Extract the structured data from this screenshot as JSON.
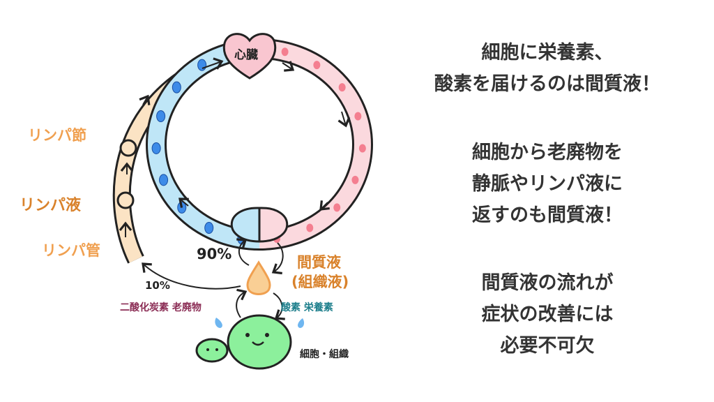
{
  "diagram": {
    "heart_label": "心臓",
    "lymph_node": "リンパ節",
    "lymph_fluid": "リンパ液",
    "lymph_vessel": "リンパ管",
    "pct_90": "90%",
    "pct_10": "10%",
    "interstitial_1": "間質液",
    "interstitial_2": "(組織液)",
    "waste": "二酸化炭素 老廃物",
    "nutrients": "酸素 栄養素",
    "cells": "細胞・組織",
    "colors": {
      "vein": "#bfe6f7",
      "artery": "#fbd9de",
      "lymph": "#fbe3c4",
      "orange": "#f0a050",
      "cell": "#8cf09c",
      "waste": "#8b2d55",
      "nutrient": "#1e7f8c"
    }
  },
  "message": {
    "block1": [
      "細胞に栄養素、",
      "酸素を届けるのは間質液！"
    ],
    "block2": [
      "細胞から老廃物を",
      "静脈やリンパ液に",
      "返すのも間質液！"
    ],
    "block3": [
      "間質液の流れが",
      "症状の改善には",
      "必要不可欠"
    ]
  }
}
